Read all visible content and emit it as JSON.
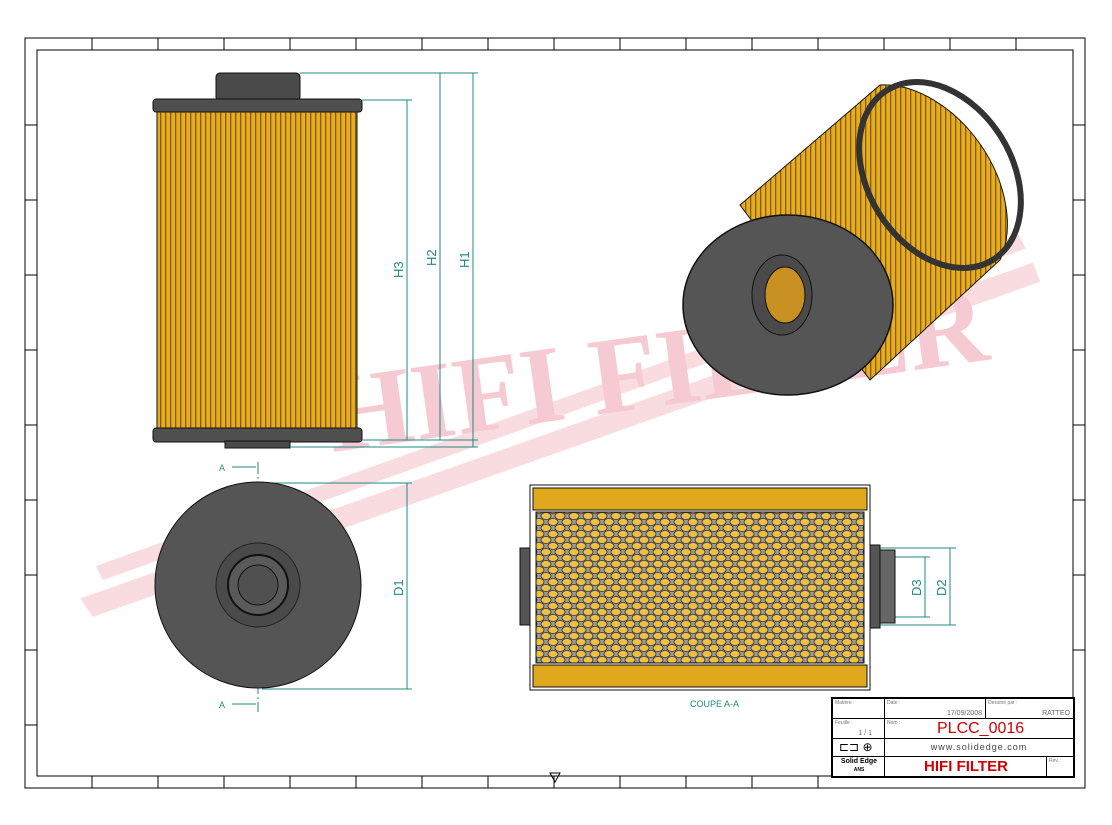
{
  "drawing": {
    "dimensions": [
      "H1",
      "H2",
      "H3",
      "D1",
      "D2",
      "D3"
    ],
    "section_marker": "A",
    "section_label": "COUPE A-A",
    "watermark": "HIFI FILTER",
    "colors": {
      "filter_media": "#e0a81c",
      "caps": "#555555",
      "dimension": "#1f8a80",
      "watermark": "#f4c0c8",
      "title_red": "#d00000"
    }
  },
  "title_block": {
    "matiere_label": "Matière :",
    "date_label": "Date :",
    "date": "17/09/2008",
    "dessine_label": "Dessiné par :",
    "author": "RATTEO",
    "feuille_label": "Feuille :",
    "sheet": "1 / 1",
    "nom_label": "Nom :",
    "part_number": "PLCC_0016",
    "website": "www.solidedge.com",
    "software": "Solid Edge",
    "software_sub": "ANS",
    "company": "HIFI FILTER",
    "rev_label": "Rév. :"
  }
}
